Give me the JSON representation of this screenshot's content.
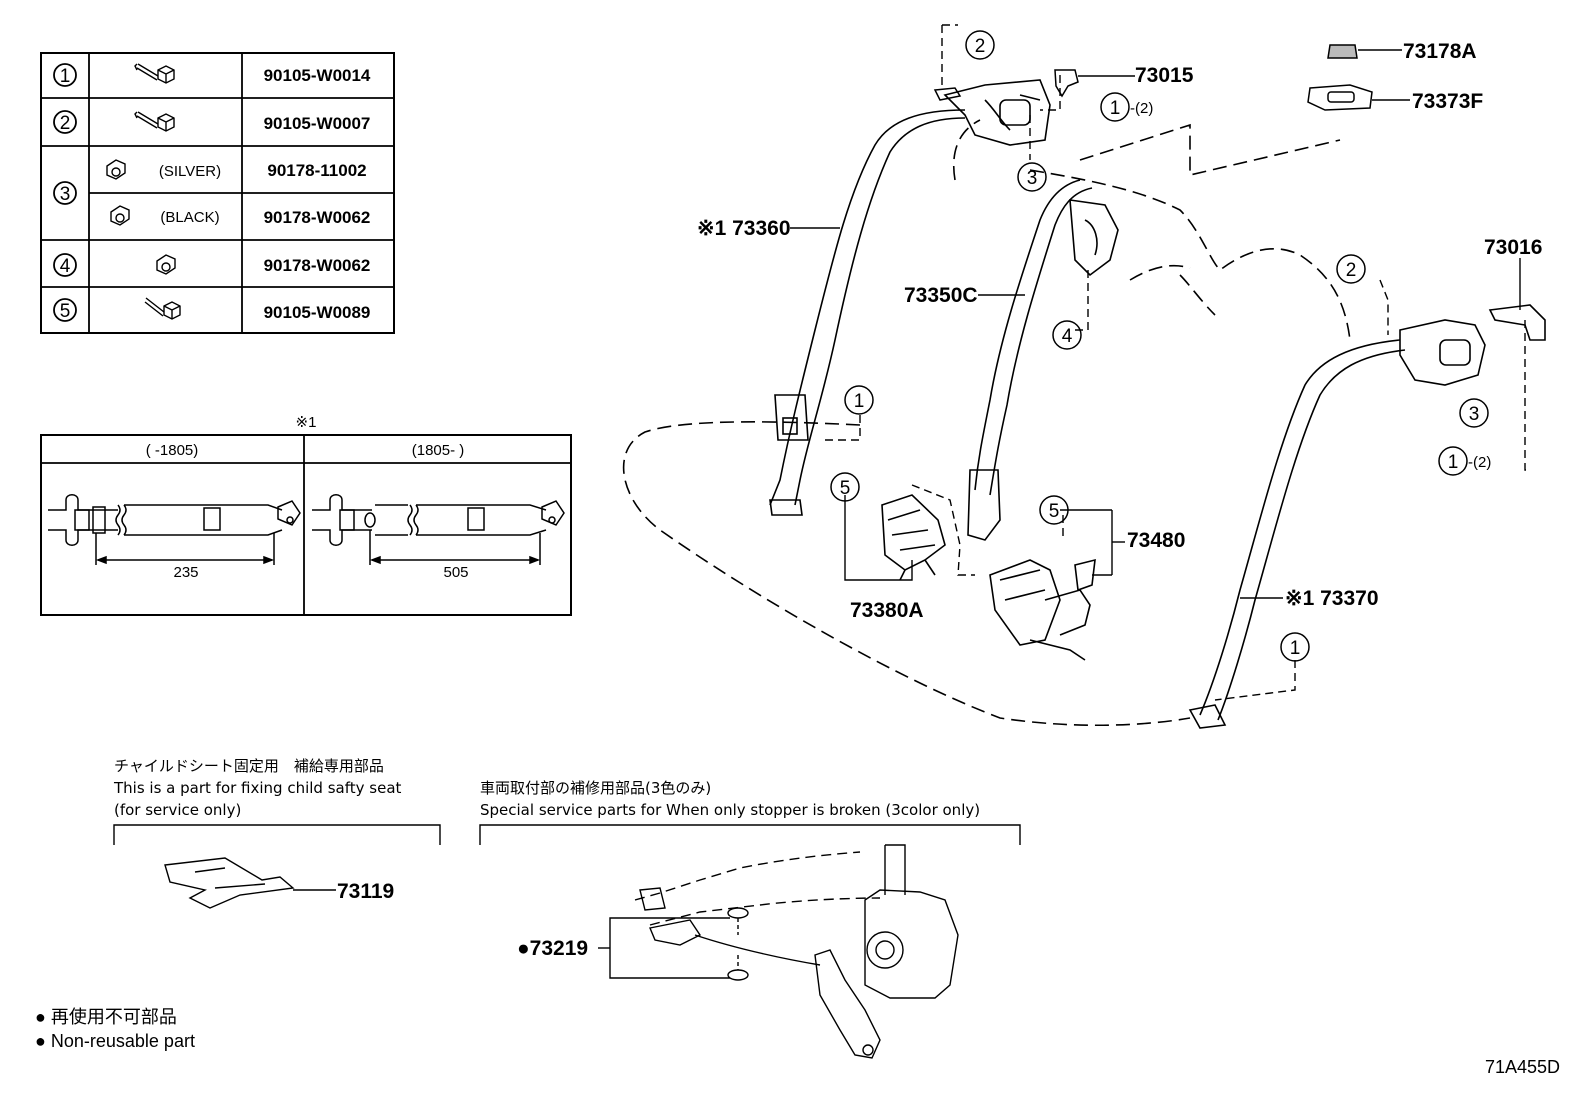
{
  "bolt_table": {
    "rows": [
      {
        "num": "1",
        "desc": "",
        "part": "90105-W0014"
      },
      {
        "num": "2",
        "desc": "",
        "part": "90105-W0007"
      },
      {
        "num": "3",
        "desc": "(SILVER)",
        "part": "90178-11002"
      },
      {
        "num": "",
        "desc": "(BLACK)",
        "part": "90178-W0062"
      },
      {
        "num": "4",
        "desc": "",
        "part": "90178-W0062"
      },
      {
        "num": "5",
        "desc": "",
        "part": "90105-W0089"
      }
    ]
  },
  "note1": {
    "mark": "※1",
    "left_header": "(      -1805)",
    "right_header": "(1805-      )",
    "left_dim": "235",
    "right_dim": "505"
  },
  "parts": {
    "p73360": "※1 73360",
    "p73015": "73015",
    "p73178A": "73178A",
    "p73373F": "73373F",
    "p73016": "73016",
    "p73350C": "73350C",
    "p73480": "73480",
    "p73380A": "73380A",
    "p73370": "※1 73370",
    "p73119": "73119",
    "p73219": "●73219",
    "c1_2a": "-(2)",
    "c1_2b": "-(2)"
  },
  "callouts": {
    "one": "1",
    "two": "2",
    "three": "3",
    "four": "4",
    "five": "5"
  },
  "child_seat": {
    "jp": "チャイルドシート固定用　補給専用部品",
    "en1": "This is a part for fixing child safty seat",
    "en2": "(for service only)"
  },
  "stopper": {
    "jp": "車両取付部の補修用部品(3色のみ)",
    "en": "Special service parts for When only stopper is broken (3color only)"
  },
  "legend": {
    "jp": "● 再使用不可部品",
    "en": "● Non-reusable part"
  },
  "diagram_id": "71A455D"
}
